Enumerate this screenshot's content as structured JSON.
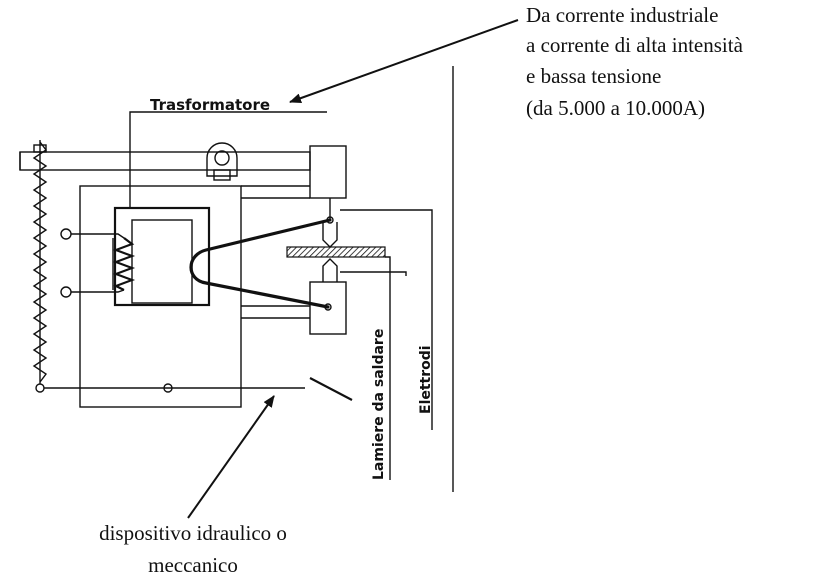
{
  "labels": {
    "transformer": "Trasformatore",
    "sheets": "Lamiere da saldare",
    "electrodes": "Elettrodi"
  },
  "annotations": {
    "current_line1": "Da corrente industriale",
    "current_line2": "a corrente di alta intensità",
    "current_line3": "e bassa tensione",
    "current_line4": "(da 5.000 a 10.000A)",
    "device_line1": "dispositivo idraulico o",
    "device_line2": "meccanico"
  }
}
